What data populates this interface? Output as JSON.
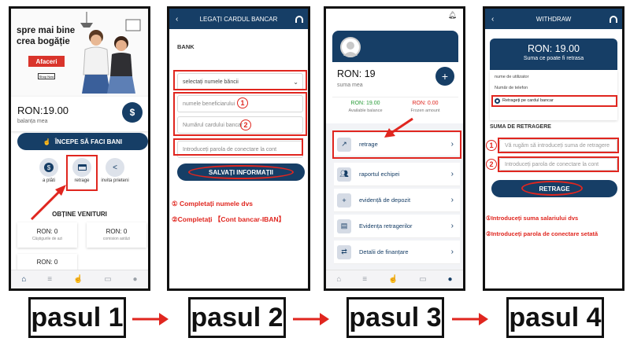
{
  "colors": {
    "navy": "#163e66",
    "red": "#e0261f"
  },
  "step1": {
    "banner_line1": "spre mai bine",
    "banner_line2": "crea bogăție",
    "banner_tag": "Afaceri",
    "banner_small": "Shop Now",
    "balance_value": "RON:19.00",
    "balance_label": "balanța mea",
    "start_button": "ÎNCEPE SĂ FACI BANI",
    "actions": [
      {
        "label": "a plăti",
        "icon": "dollar-icon"
      },
      {
        "label": "retrage",
        "icon": "card-icon"
      },
      {
        "label": "invita prieteni",
        "icon": "share-icon"
      }
    ],
    "earn_title": "OBȚINE VENITURI",
    "stats": [
      {
        "value": "RON: 0",
        "label": "Câștigurile de azi"
      },
      {
        "value": "RON: 0",
        "label": "comision astăzi"
      },
      {
        "value": "RON: 0",
        "label": ""
      }
    ]
  },
  "step2": {
    "title": "LEGAȚI CARDUL BANCAR",
    "section": "BANK",
    "select_placeholder": "selectați numele băncii",
    "beneficiary_placeholder": "numele beneficiarului",
    "card_placeholder": "Numărul cardului bancar",
    "password_placeholder": "Introduceți parola de conectare la cont",
    "save_button": "SALVAȚI INFORMAȚII",
    "note1": "① Completați numele dvs",
    "note2": "②Completați 【Cont bancar-IBAN】"
  },
  "step3": {
    "balance_value": "RON: 19",
    "balance_label": "suma mea",
    "available_value": "RON: 19.00",
    "available_label": "Available balance",
    "frozen_value": "RON: 0.00",
    "frozen_label": "Frozen amount",
    "menu": [
      "retrage",
      "raportul echipei",
      "evidență de depozit",
      "Evidența retragerilor",
      "Detalii de finanțare"
    ]
  },
  "step4": {
    "title": "WITHDRAW",
    "amount": "RON: 19.00",
    "amount_label": "Suma ce poate fi retrasa",
    "user_label": "nume de utilizator",
    "phone_label": "Număr de telefon",
    "radio_label": "Retrageți pe cardul bancar",
    "section": "SUMA DE RETRAGERE",
    "amount_placeholder": "Vă rugăm să introduceți suma de retragere",
    "password_placeholder": "Introduceți parola de conectare la cont",
    "withdraw_button": "RETRAGE",
    "note1": "①Introduceți suma salariului dvs",
    "note2": "②Introduceți parola de conectare setată"
  },
  "steps": [
    "pasul 1",
    "pasul 2",
    "pasul 3",
    "pasul 4"
  ]
}
